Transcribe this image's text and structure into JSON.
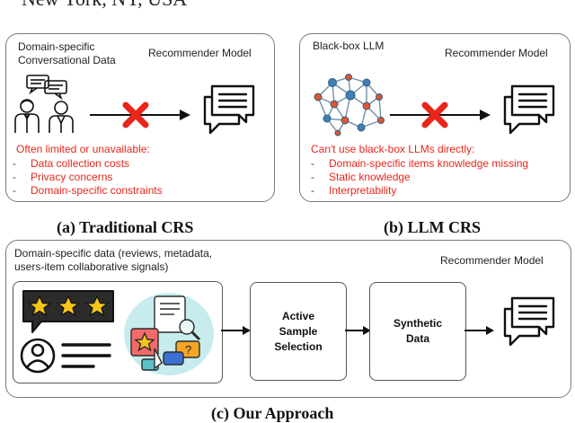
{
  "header_fragment": "New York, NY, USA",
  "panel_a": {
    "data_label_line1": "Domain-specific",
    "data_label_line2": "Conversational Data",
    "model_label": "Recommender Model",
    "problem_heading": "Often limited or unavailable:",
    "problems": [
      "Data collection costs",
      "Privacy concerns",
      "Domain-specific constraints"
    ],
    "caption": "(a) Traditional CRS"
  },
  "panel_b": {
    "llm_label": "Black-box LLM",
    "model_label": "Recommender Model",
    "problem_heading": "Can't use black-box LLMs directly:",
    "problems": [
      "Domain-specific items knowledge missing",
      "Static knowledge",
      "Interpretability"
    ],
    "caption": "(b) LLM CRS"
  },
  "panel_c": {
    "data_label_line1": "Domain-specific data (reviews, metadata,",
    "data_label_line2": "users-item collaborative signals)",
    "model_label": "Recommender Model",
    "selection_box": "Active\nSample\nSelection",
    "synthetic_box": "Synthetic\nData",
    "caption": "(c) Our Approach"
  },
  "colors": {
    "cross": "#e8261c",
    "accent_red": "#e8261c",
    "star_yellow": "#f5c518",
    "icon_teal": "#c8ecee"
  },
  "icons": [
    "people-chat-icon",
    "chat-bubble-icon",
    "neural-network-icon",
    "review-stars-icon",
    "user-avatar-icon",
    "data-collage-icon",
    "red-cross-icon"
  ]
}
